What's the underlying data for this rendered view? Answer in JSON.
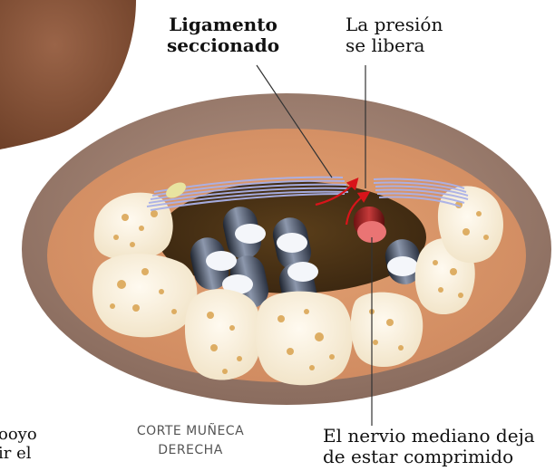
{
  "labels": {
    "ligament_line1": "Ligamento",
    "ligament_line2": "seccionado",
    "pressure_line1": "La presión",
    "pressure_line2": "se libera",
    "nerve_line1": "El nervio mediano deja",
    "nerve_line2": "de estar comprimido",
    "caption_line1": "CORTE MUÑECA",
    "caption_line2": "DERECHA",
    "cut_text_line1": "ooyo",
    "cut_text_line2": "ir el"
  },
  "colors": {
    "skin": "#9c7e70",
    "tissue": "#d9956a",
    "canal": "#4a3214",
    "bone": "#fbf3e2",
    "ligament": "#aab1e8",
    "nerve": "#e06a6a",
    "arrow": "#d8141a"
  }
}
